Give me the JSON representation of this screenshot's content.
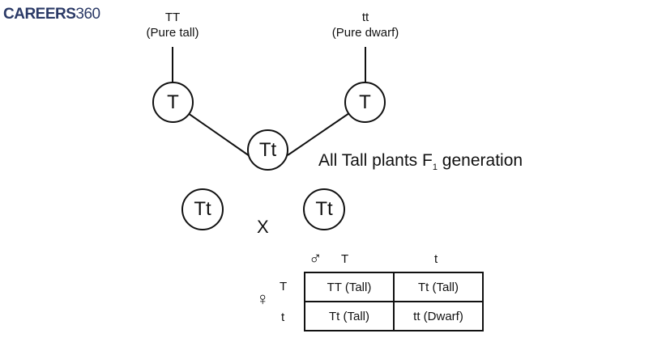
{
  "logo": {
    "bold": "CAREERS",
    "light": "360"
  },
  "parents": {
    "left": {
      "genotype": "TT",
      "description": "(Pure tall)",
      "gamete": "T"
    },
    "right": {
      "genotype": "tt",
      "description": "(Pure dwarf)",
      "gamete": "T"
    }
  },
  "f1": {
    "node": "Tt",
    "caption_main": "All Tall plants  F",
    "caption_sub": "1",
    "caption_end": " generation"
  },
  "cross": {
    "left": "Tt",
    "right": "Tt",
    "symbol": "X"
  },
  "punnett": {
    "male_symbol": "♂",
    "female_symbol": "♀",
    "male_gametes": [
      "T",
      "t"
    ],
    "female_gametes": [
      "T",
      "t"
    ],
    "rows": [
      [
        "TT (Tall)",
        "Tt (Tall)"
      ],
      [
        "Tt (Tall)",
        "tt (Dwarf)"
      ]
    ]
  }
}
